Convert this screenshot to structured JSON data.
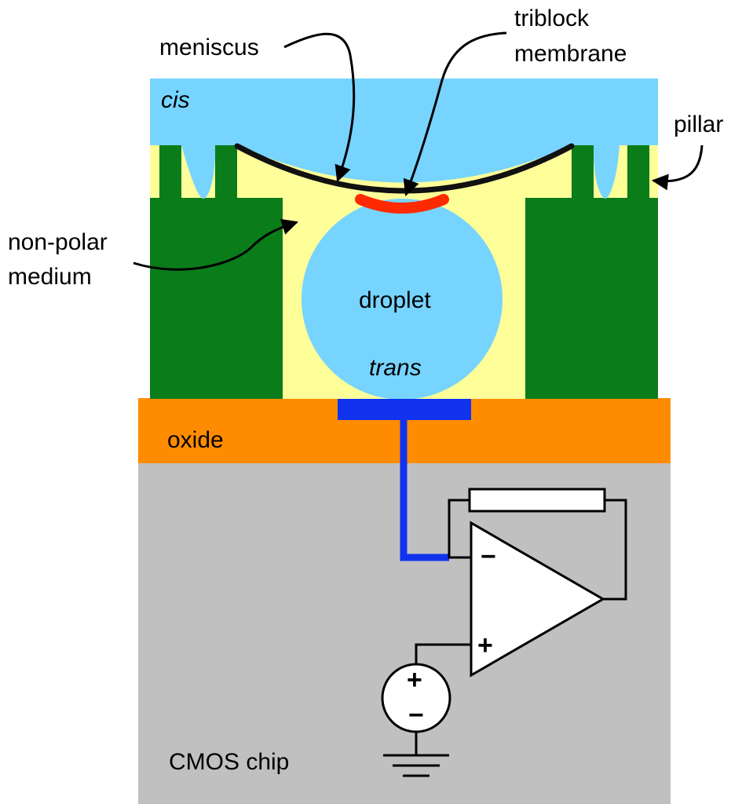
{
  "labels": {
    "meniscus": "meniscus",
    "triblock_line1": "triblock",
    "triblock_line2": "membrane",
    "cis": "cis",
    "pillar": "pillar",
    "nonpolar_line1": "non-polar",
    "nonpolar_line2": "medium",
    "droplet": "droplet",
    "trans": "trans",
    "oxide": "oxide",
    "cmos": "CMOS chip",
    "amp_minus": "−",
    "amp_plus": "+",
    "source_plus": "+",
    "source_minus": "−"
  },
  "colors": {
    "cis_water": "#77d4ff",
    "nonpolar_medium": "#ffff99",
    "pillar_green": "#0a7c1a",
    "membrane_red": "#ff2a00",
    "oxide_orange": "#ff8c00",
    "cmos_gray": "#c0c0c0",
    "electrode_blue": "#1133ee"
  }
}
